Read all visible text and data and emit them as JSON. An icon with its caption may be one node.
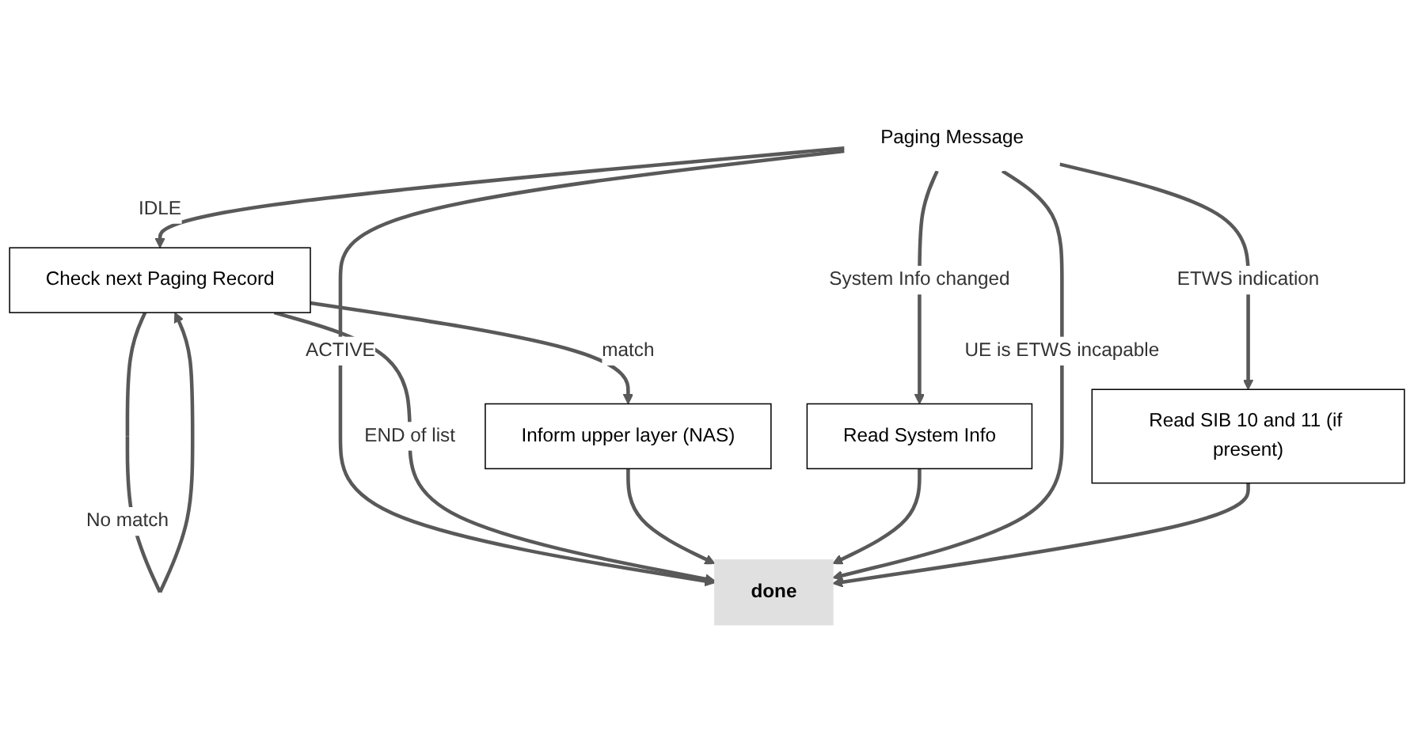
{
  "diagram": {
    "nodes": [
      {
        "text": [
          "Paging Message"
        ]
      },
      {
        "text": [
          "Check next Paging Record"
        ]
      },
      {
        "text": [
          "Inform upper layer (NAS)"
        ]
      },
      {
        "text": [
          "Read System Info"
        ]
      },
      {
        "text": [
          "Read SIB 10 and 11 (if present)"
        ]
      },
      {
        "text": [
          "done"
        ]
      }
    ],
    "edges": [
      {
        "from": 0,
        "to": 1,
        "arrow": "to",
        "label": "IDLE"
      },
      {
        "from": 0,
        "to": 5,
        "arrow": "to",
        "label": "ACTIVE"
      },
      {
        "from": 1,
        "to": 1,
        "arrow": "to",
        "label": "No match"
      },
      {
        "from": 1,
        "to": 2,
        "arrow": "to",
        "label": "match"
      },
      {
        "from": 1,
        "to": 5,
        "arrow": "to",
        "label": "END of list"
      },
      {
        "from": 2,
        "to": 5,
        "arrow": "to"
      },
      {
        "from": 0,
        "to": 3,
        "arrow": "to",
        "label": "System Info changed"
      },
      {
        "from": 3,
        "to": 5,
        "arrow": "to"
      },
      {
        "from": 0,
        "to": 4,
        "arrow": "to",
        "label": "ETWS indication"
      },
      {
        "from": 0,
        "to": 5,
        "arrow": "to",
        "label": "UE is ETWS incapable"
      },
      {
        "from": 4,
        "to": 5,
        "arrow": "to"
      }
    ]
  }
}
